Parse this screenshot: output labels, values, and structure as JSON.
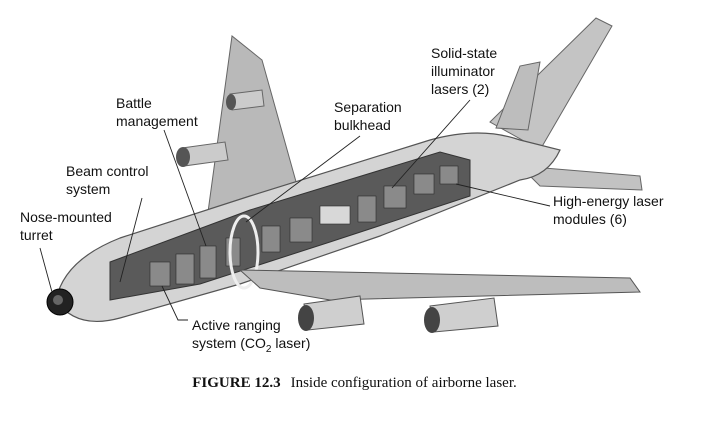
{
  "figure": {
    "labels": {
      "battle_management": "Battle\nmanagement",
      "separation_bulkhead": "Separation\nbulkhead",
      "illuminator_lasers": "Solid-state\nilluminator\nlasers (2)",
      "beam_control": "Beam control\nsystem",
      "nose_turret": "Nose-mounted\nturret",
      "high_energy_modules": "High-energy laser\nmodules (6)",
      "active_ranging_line1": "Active ranging",
      "active_ranging_line2_prefix": "system (CO",
      "active_ranging_sub": "2",
      "active_ranging_line2_suffix": " laser)"
    },
    "caption": {
      "number": "FIGURE 12.3",
      "text": "Inside configuration of airborne laser."
    }
  },
  "colors": {
    "fuselage": "#cfcfcf",
    "wing": "#b8b8b8",
    "interior": "#4a4a4a",
    "outline": "#555555"
  }
}
